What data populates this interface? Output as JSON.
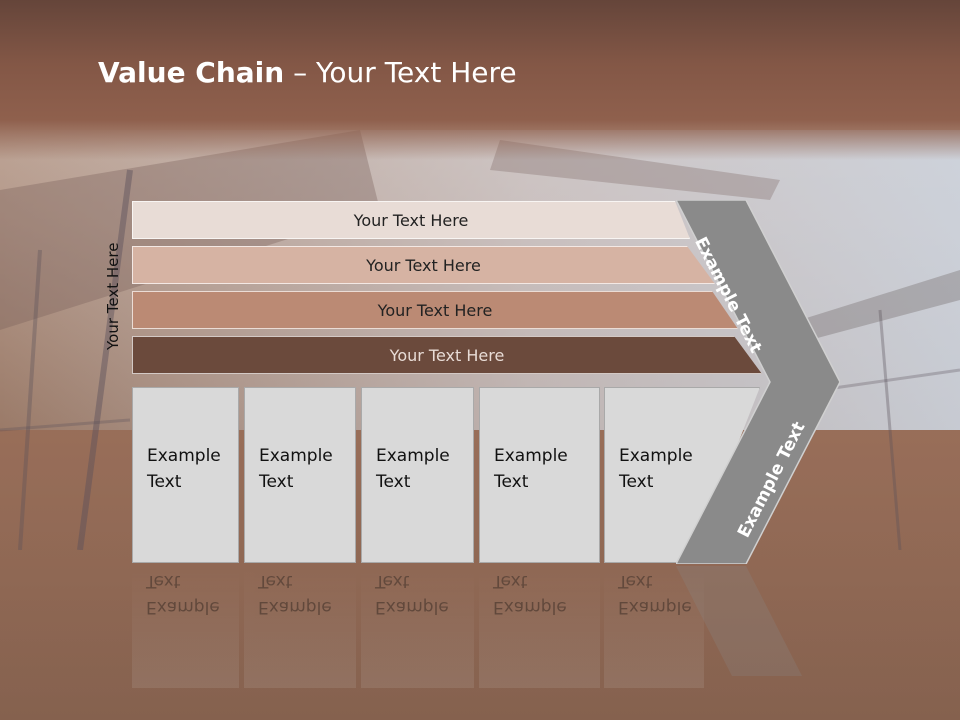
{
  "title": {
    "bold": "Value Chain",
    "rest": " – Your Text Here"
  },
  "side_label": "Your Text Here",
  "bars": [
    {
      "label": "Your Text Here"
    },
    {
      "label": "Your Text Here"
    },
    {
      "label": "Your Text Here"
    },
    {
      "label": "Your Text Here"
    }
  ],
  "boxes": [
    {
      "line1": "Example",
      "line2": "Text"
    },
    {
      "line1": "Example",
      "line2": "Text"
    },
    {
      "line1": "Example",
      "line2": "Text"
    },
    {
      "line1": "Example",
      "line2": "Text"
    },
    {
      "line1": "Example",
      "line2": "Text"
    }
  ],
  "chevron": {
    "upper": "Example Text",
    "lower": "Example Text"
  },
  "colors": {
    "header": "#835746",
    "bar1": "#e8dcd6",
    "bar2": "#d6b3a3",
    "bar3": "#bb8a74",
    "bar4": "#6b4a3c",
    "box": "#d9d9d9",
    "chevron": "#8a8a8a"
  }
}
